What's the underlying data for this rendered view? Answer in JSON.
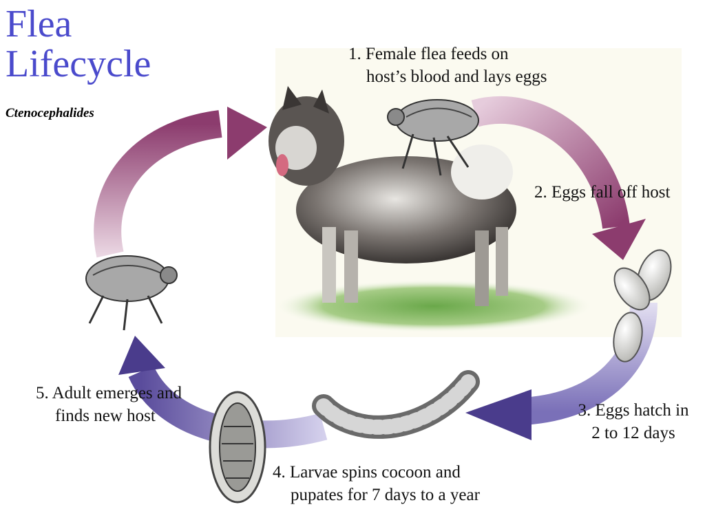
{
  "header": {
    "title_line1": "Flea",
    "title_line2": "Lifecycle",
    "subtitle": "Ctenocephalides"
  },
  "steps": [
    {
      "line1": "1. Female flea feeds on",
      "line2": "host’s blood and lays eggs"
    },
    {
      "line1": "2. Eggs fall off host"
    },
    {
      "line1": "3. Eggs hatch in",
      "line2": "2 to 12 days"
    },
    {
      "line1": "4. Larvae spins cocoon and",
      "line2": "pupates for 7 days to a year"
    },
    {
      "line1": "5. Adult emerges and",
      "line2": "finds new host"
    }
  ],
  "colors": {
    "title": "#4a4acc",
    "arrow_maroon": "#8c3c6e",
    "arrow_maroon_light": "#d8b4cc",
    "arrow_purple": "#4a3c8c",
    "arrow_purple_light": "#c8c4e4"
  },
  "illustrations": [
    "dog-illustration",
    "adult-flea-illustration",
    "eggs-illustration",
    "larva-illustration",
    "cocoon-illustration",
    "grass-illustration"
  ]
}
